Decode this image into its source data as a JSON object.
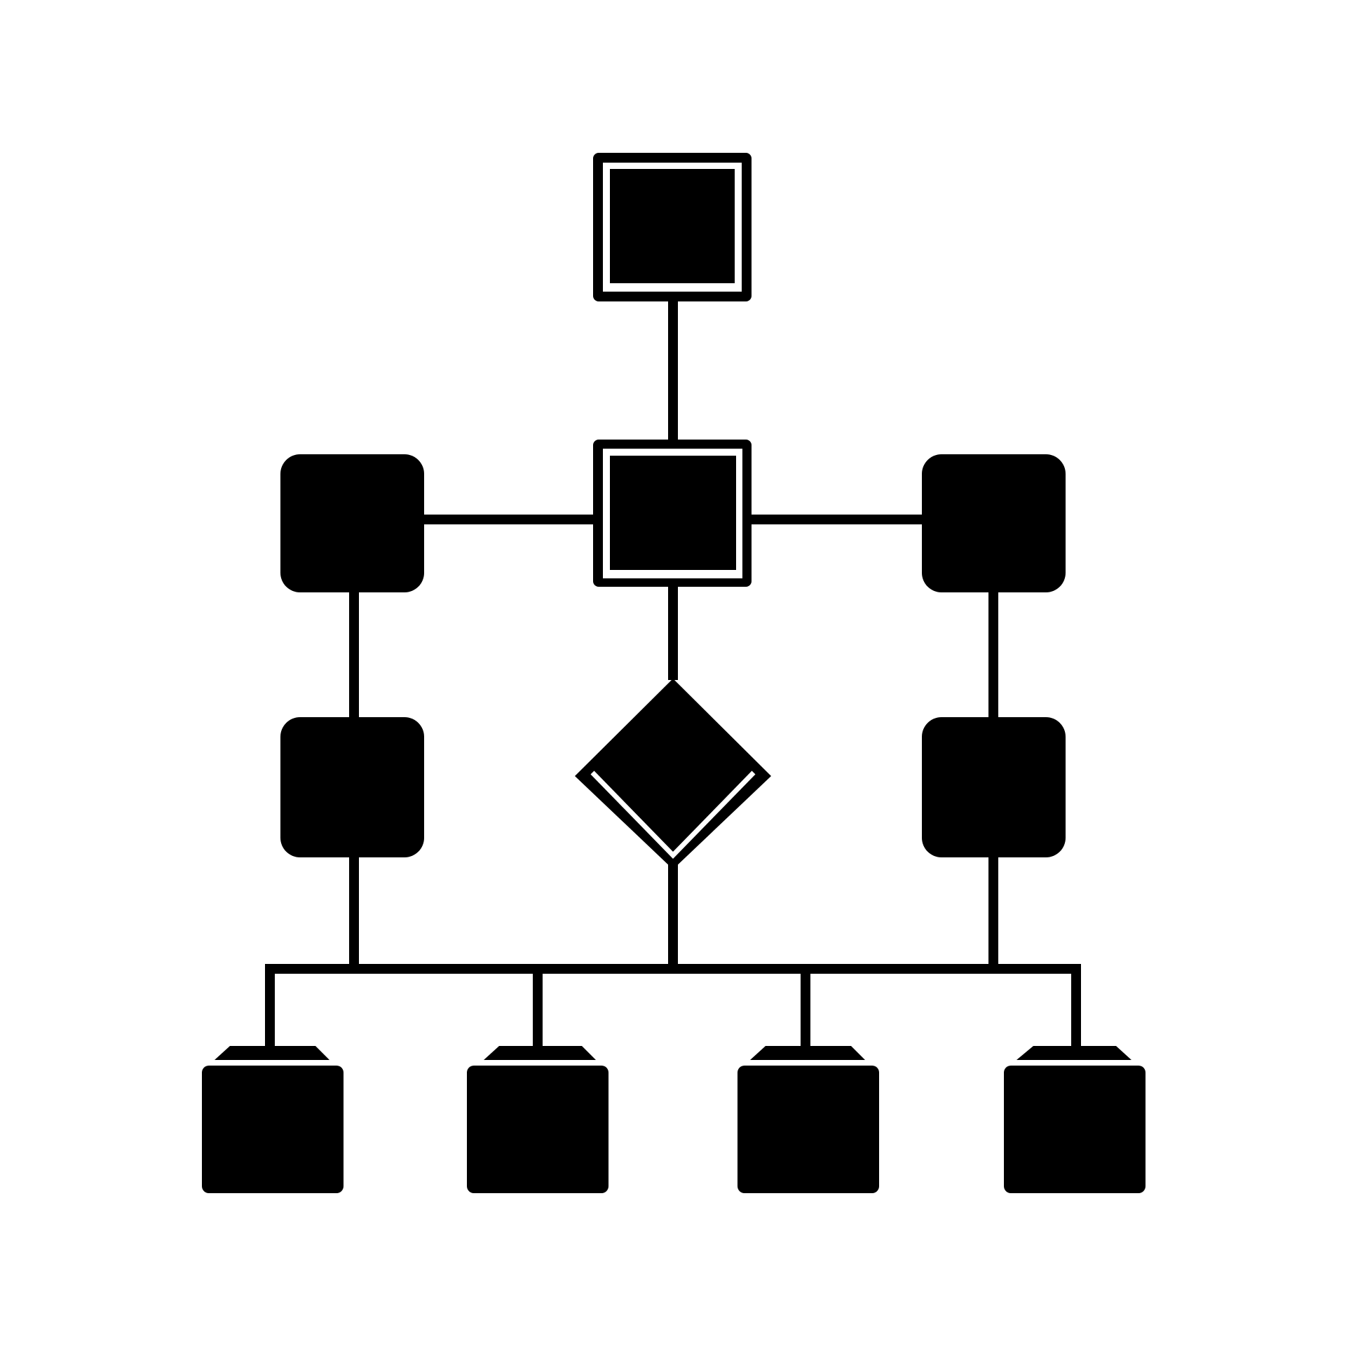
{
  "diagram": {
    "kind": "flowchart-icon",
    "colors": {
      "ink": "#000000",
      "background": "#ffffff"
    },
    "nodes": [
      {
        "id": "start-node",
        "shape": "double-square"
      },
      {
        "id": "process-node",
        "shape": "double-square"
      },
      {
        "id": "left-upper-node",
        "shape": "rounded-square"
      },
      {
        "id": "right-upper-node",
        "shape": "rounded-square"
      },
      {
        "id": "left-middle-node",
        "shape": "rounded-square"
      },
      {
        "id": "right-middle-node",
        "shape": "rounded-square"
      },
      {
        "id": "decision-node",
        "shape": "diamond"
      },
      {
        "id": "output-node-1",
        "shape": "tray-box"
      },
      {
        "id": "output-node-2",
        "shape": "tray-box"
      },
      {
        "id": "output-node-3",
        "shape": "tray-box"
      },
      {
        "id": "output-node-4",
        "shape": "tray-box"
      }
    ],
    "edges": [
      {
        "from": "start-node",
        "to": "process-node"
      },
      {
        "from": "process-node",
        "to": "left-upper-node"
      },
      {
        "from": "process-node",
        "to": "right-upper-node"
      },
      {
        "from": "process-node",
        "to": "decision-node"
      },
      {
        "from": "left-upper-node",
        "to": "left-middle-node"
      },
      {
        "from": "right-upper-node",
        "to": "right-middle-node"
      },
      {
        "from": "left-middle-node",
        "to": "distribution-bus"
      },
      {
        "from": "decision-node",
        "to": "distribution-bus"
      },
      {
        "from": "right-middle-node",
        "to": "distribution-bus"
      },
      {
        "from": "distribution-bus",
        "to": "output-node-1"
      },
      {
        "from": "distribution-bus",
        "to": "output-node-2"
      },
      {
        "from": "distribution-bus",
        "to": "output-node-3"
      },
      {
        "from": "distribution-bus",
        "to": "output-node-4"
      }
    ]
  }
}
